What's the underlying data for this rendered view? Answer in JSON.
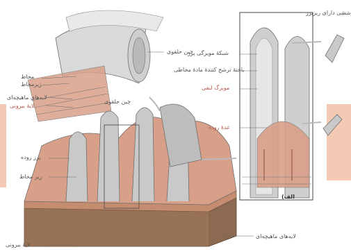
{
  "colors": {
    "watermark": "#e98a5a",
    "tissue_pink": "#d9a089",
    "tissue_gray": "#b9b9b9",
    "outline": "#6e6e6e",
    "label_red": "#b45a4a",
    "label_gray": "#555555"
  },
  "labels": {
    "circular_fold_top": "چین حلقوی",
    "mucosa": "مخاط",
    "submucosa_top": "زیرمخاط",
    "muscle_layers_top": "لایه‌های ماهیچه‌ای",
    "outer_layer_top": "لایهٔ بیرونی",
    "circular_fold_mid": "چین حلقوی",
    "villus": "پرز روده",
    "submucosa_bottom": "زیر مخاط",
    "muscle_layers_bottom": "لایه‌های ماهیچه‌ای",
    "outer_layer_bottom": "لایهٔ بیرونی",
    "capillary_network": "شبکهٔ مویرگی پرز",
    "mucus_cells": "یاختهٔ ترشح کنندهٔ مادهٔ مخاطی",
    "lymph_capillary": "مویرگ لنفی",
    "intestinal_gland": "غدهٔ روده",
    "epithelial_cell": "یاختهٔ پوششی دارای ریزپرز",
    "panel_a": "الف)"
  }
}
